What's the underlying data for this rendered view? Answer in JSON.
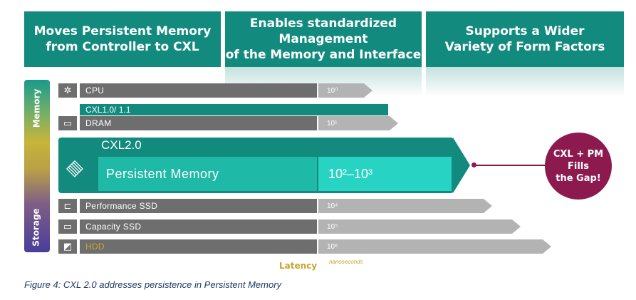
{
  "banners": [
    "Moves Persistent Memory\nfrom Controller to CXL",
    "Enables standardized Management\nof the Memory and Interface",
    "Supports a Wider\nVariety of Form Factors"
  ],
  "side_labels": {
    "top": "Memory",
    "bottom": "Storage"
  },
  "rows": {
    "cpu": {
      "label": "CPU",
      "latency": "10⁰",
      "icon": "cpu-icon"
    },
    "cxl11": {
      "label": "CXL1.0/ 1.1"
    },
    "dram": {
      "label": "DRAM",
      "latency": "10¹",
      "icon": "dram-icon"
    },
    "cxl2": {
      "title": "CXL2.0",
      "label": "Persistent Memory",
      "latency": "10²–10³",
      "icon": "memory-module-icon"
    },
    "perf_ssd": {
      "label": "Performance SSD",
      "latency": "10⁴",
      "icon": "ssd-icon"
    },
    "cap_ssd": {
      "label": "Capacity SSD",
      "latency": "10⁵",
      "icon": "ssd-icon"
    },
    "hdd": {
      "label": "HDD",
      "latency": "10⁶",
      "icon": "hdd-icon"
    }
  },
  "callout": "CXL + PM\nFills\nthe Gap!",
  "axis": {
    "latency": "Latency",
    "unit": "nanoseconds"
  },
  "caption": "Figure 4: CXL 2.0 addresses persistence in Persistent Memory",
  "colors": {
    "teal": "#128a7e",
    "light_teal": "#1fb9a8",
    "gray": "#6e6e6e",
    "arrow_gray": "#b3b3b3",
    "callout": "#8c1a4f",
    "hdd_text": "#c9a52c"
  }
}
